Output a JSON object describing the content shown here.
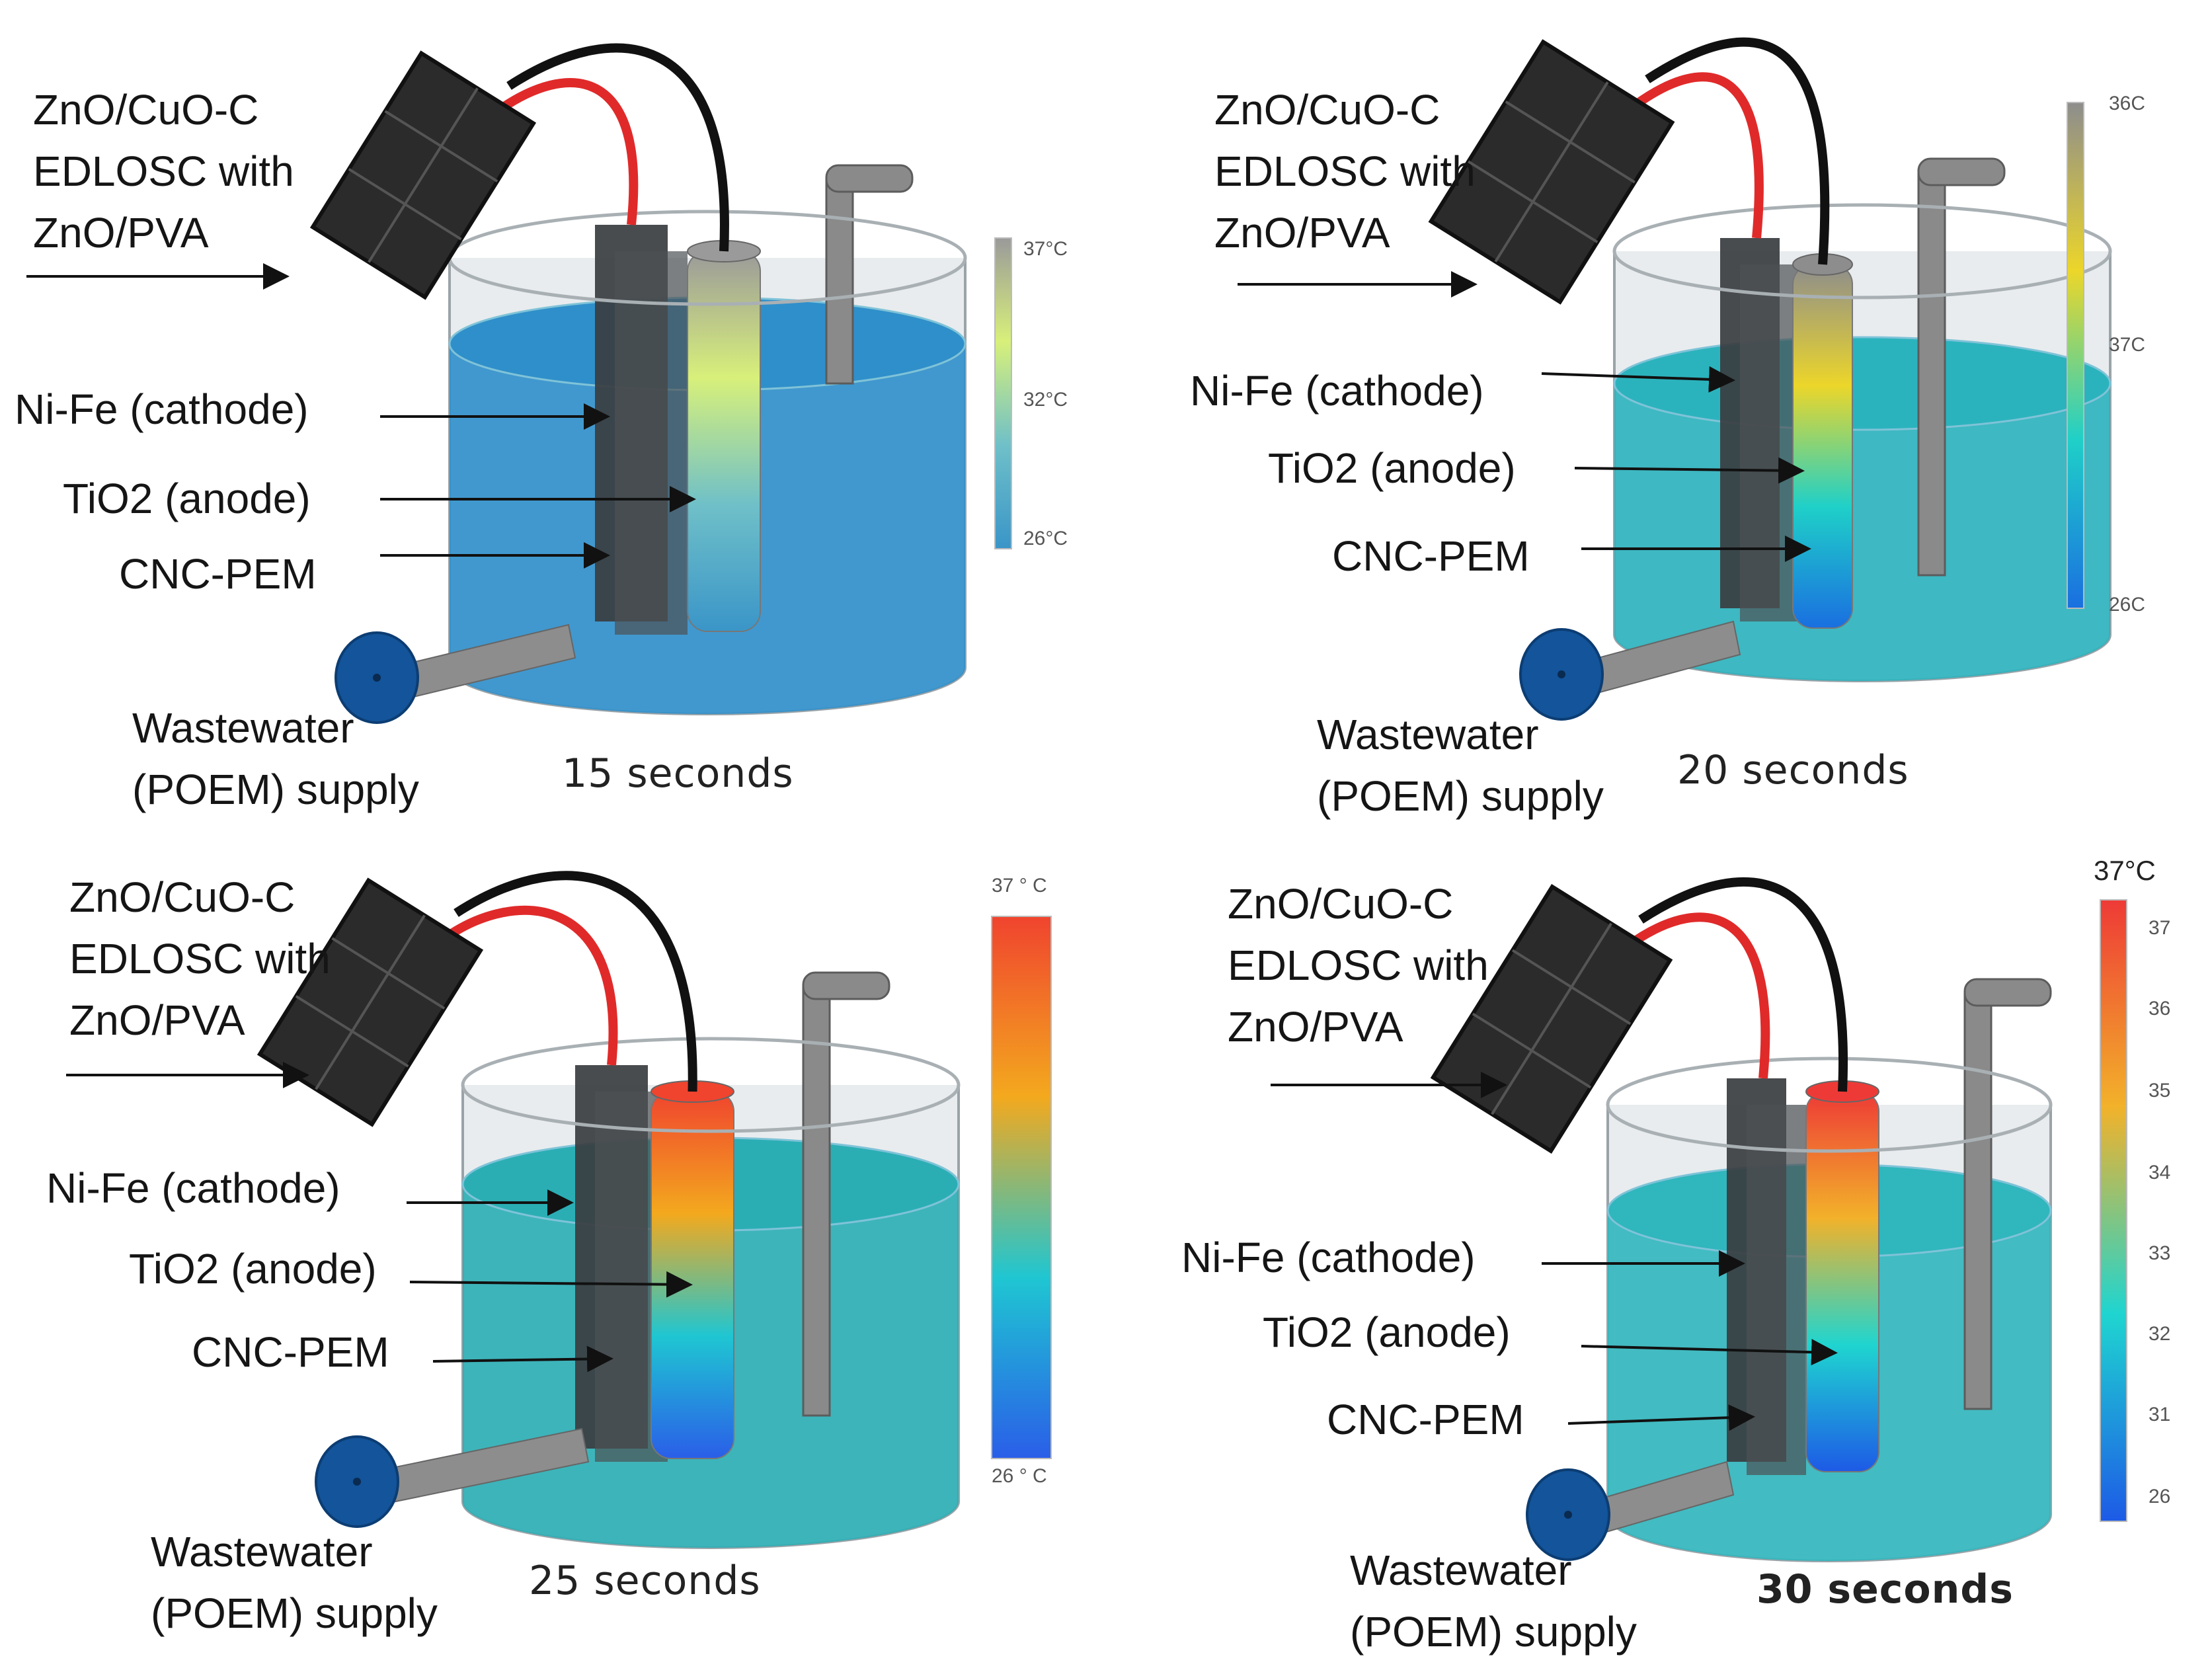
{
  "panels": [
    {
      "device_label": [
        "ZnO/CuO-C",
        "EDLOSC with",
        "ZnO/PVA"
      ],
      "cathode_label": "Ni-Fe (cathode)",
      "anode_label": "TiO2 (anode)",
      "membrane_label": "CNC-PEM",
      "supply_label": [
        "Wastewater",
        "(POEM) supply"
      ],
      "time_label": "15 seconds",
      "scale_ticks": [
        "37°C",
        "32°C",
        "26°C"
      ],
      "water_color": "#2f8fca",
      "rod_colors": [
        "#9a9a9a",
        "#d8f07a",
        "#6fc0c8",
        "#3a95c8"
      ]
    },
    {
      "device_label": [
        "ZnO/CuO-C",
        "EDLOSC with",
        "ZnO/PVA"
      ],
      "cathode_label": "Ni-Fe (cathode)",
      "anode_label": "TiO2 (anode)",
      "membrane_label": "CNC-PEM",
      "supply_label": [
        "Wastewater",
        "(POEM) supply"
      ],
      "time_label": "20 seconds",
      "scale_ticks": [
        "36C",
        "37C",
        "26C"
      ],
      "water_color": "#2bb3bd",
      "rod_colors": [
        "#8d8d8d",
        "#ecd62a",
        "#1fd0c8",
        "#1a6fe0"
      ]
    },
    {
      "device_label": [
        "ZnO/CuO-C",
        "EDLOSC with",
        "ZnO/PVA"
      ],
      "cathode_label": "Ni-Fe (cathode)",
      "anode_label": "TiO2 (anode)",
      "membrane_label": "CNC-PEM",
      "supply_label": [
        "Wastewater",
        "(POEM) supply"
      ],
      "time_label": "25 seconds",
      "scale_ticks": [
        "37 ° C",
        "26 ° C"
      ],
      "water_color": "#2aaeb4",
      "rod_colors": [
        "#f0442e",
        "#f3a91e",
        "#1fc6d2",
        "#2a5ee8"
      ]
    },
    {
      "device_label": [
        "ZnO/CuO-C",
        "EDLOSC with",
        "ZnO/PVA"
      ],
      "cathode_label": "Ni-Fe (cathode)",
      "anode_label": "TiO2 (anode)",
      "membrane_label": "CNC-PEM",
      "supply_label": [
        "Wastewater",
        "(POEM) supply"
      ],
      "time_label": "30 seconds",
      "scale_ticks": [
        "37°C",
        "37",
        "36",
        "35",
        "34",
        "33",
        "32",
        "31",
        "26"
      ],
      "water_color": "#30b6bd",
      "rod_colors": [
        "#ee3a36",
        "#f2b22a",
        "#1fd5d0",
        "#1d5ae6"
      ]
    }
  ],
  "colors": {
    "panel_bg": "#ffffff",
    "supply_disc": "#13549a",
    "wire_red": "#e02a2a",
    "wire_black": "#111111",
    "solar_panel": "#2b2b2b"
  }
}
